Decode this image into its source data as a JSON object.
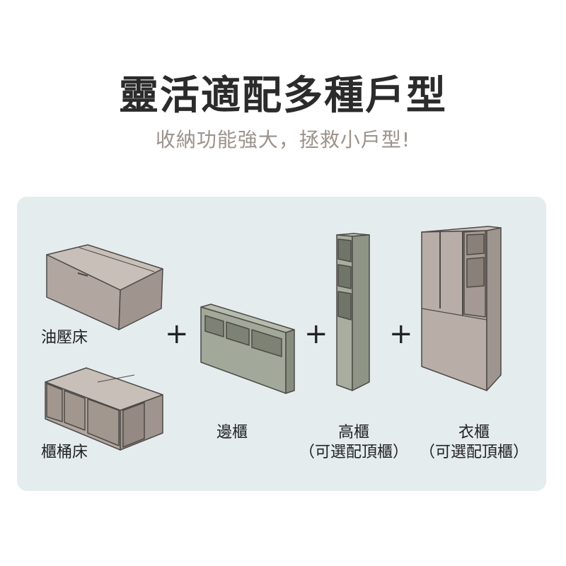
{
  "header": {
    "title": "靈活適配多種戶型",
    "subtitle": "收納功能強大，拯救小戶型!"
  },
  "labels": {
    "hydraulic_bed": "油壓床",
    "drawer_bed": "櫃桶床",
    "side_cabinet": "邊櫃",
    "tall_cabinet": "高櫃",
    "tall_cabinet_note": "（可選配頂櫃）",
    "wardrobe": "衣櫃",
    "wardrobe_note": "（可選配頂櫃）"
  },
  "plus_sign": "+",
  "colors": {
    "panel_bg": "#e4ecee",
    "bed_fill": "#b5aba4",
    "cabinet_green": "#a3ab9c",
    "wardrobe_fill": "#b7aca6",
    "tall_fill": "#a6ad9f",
    "outline": "#4d4a47"
  }
}
